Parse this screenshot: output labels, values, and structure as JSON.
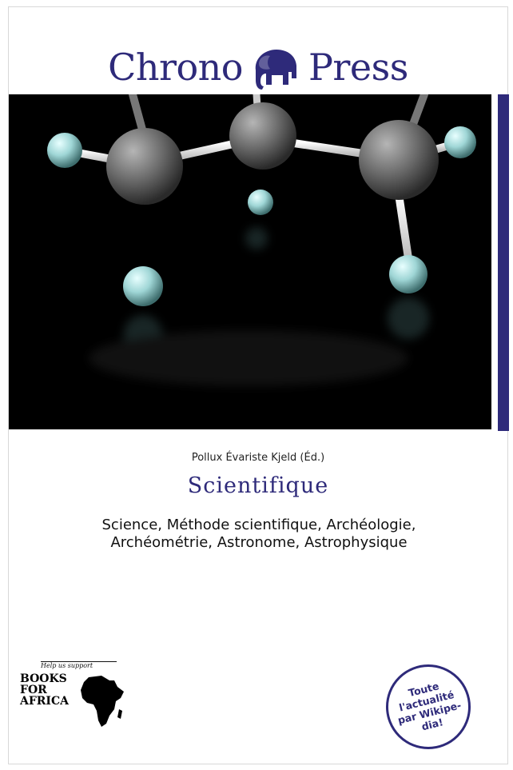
{
  "publisher": {
    "left_word": "Chrono",
    "right_word": "Press",
    "logo_icon": "elephant-icon",
    "color": "#2e2a7a"
  },
  "hero_image": {
    "subject": "molecule-icon"
  },
  "author": "Pollux Évariste Kjeld (Éd.)",
  "title": "Scientifique",
  "subtitle": {
    "line1": "Science, Méthode scientifique, Archéologie,",
    "line2": "Archéométrie, Astronome, Astrophysique"
  },
  "books_for_africa": {
    "tagline": "Help us support",
    "word1": "BOOKS",
    "word2": "FOR",
    "word3": "AFRICA",
    "icon": "africa-map-icon"
  },
  "badge": {
    "line1": "Toute",
    "line2": "l'actualité",
    "line3": "par Wikipe-",
    "line4": "dia!"
  }
}
